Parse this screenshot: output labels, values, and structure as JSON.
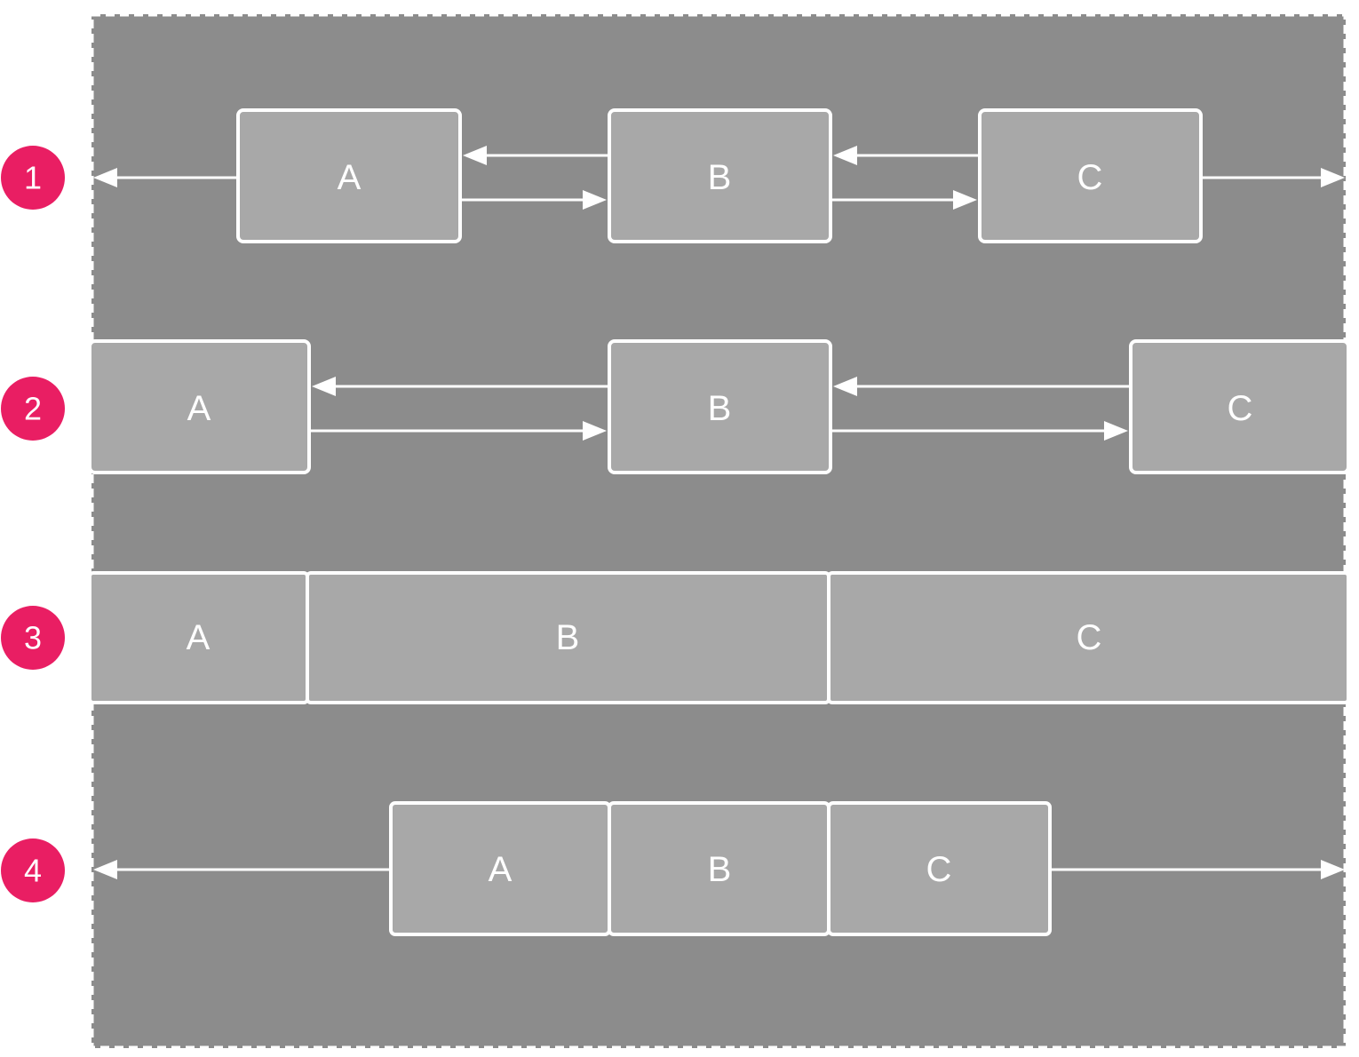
{
  "colors": {
    "parent_fill": "#8c8c8c",
    "box_fill": "#a8a8a8",
    "line": "#ffffff",
    "badge": "#e91e63"
  },
  "rows": [
    {
      "number": "1",
      "labels": [
        "A",
        "B",
        "C"
      ]
    },
    {
      "number": "2",
      "labels": [
        "A",
        "B",
        "C"
      ]
    },
    {
      "number": "3",
      "labels": [
        "A",
        "B",
        "C"
      ]
    },
    {
      "number": "4",
      "labels": [
        "A",
        "B",
        "C"
      ]
    }
  ]
}
